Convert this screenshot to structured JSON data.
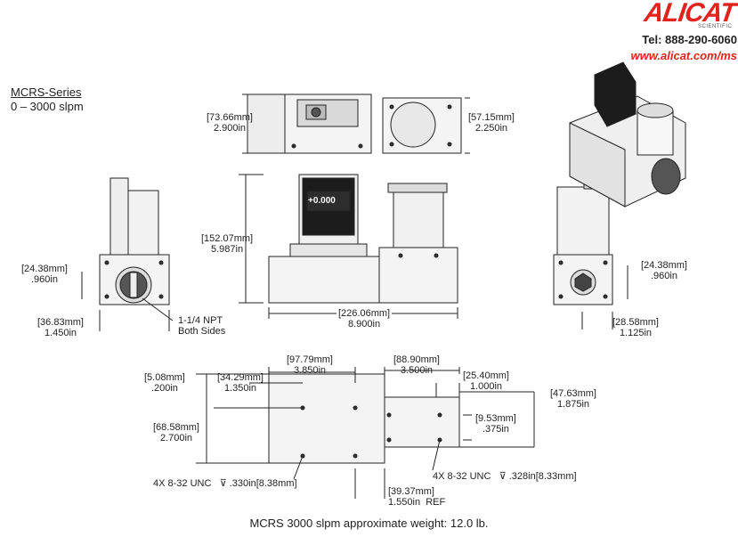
{
  "brand": {
    "name": "ALICAT",
    "sub": "SCIENTIFIC",
    "tel": "Tel: 888-290-6060",
    "url": "www.alicat.com/ms",
    "accent_color": "#e0231c"
  },
  "model": {
    "series": "MCRS-Series",
    "range": "0 – 3000 slpm"
  },
  "display": {
    "value": "+0.000"
  },
  "dims": {
    "top_left_h": {
      "mm": "[73.66mm]",
      "in": "2.900in"
    },
    "top_right_h": {
      "mm": "[57.15mm]",
      "in": "2.250in"
    },
    "front_h": {
      "mm": "[152.07mm]",
      "in": "5.987in"
    },
    "front_w": {
      "mm": "[226.06mm]",
      "in": "8.900in"
    },
    "left_port": {
      "mm": "[24.38mm]",
      "in": ".960in"
    },
    "left_depth": {
      "mm": "[36.83mm]",
      "in": "1.450in"
    },
    "right_port": {
      "mm": "[24.38mm]",
      "in": ".960in"
    },
    "right_depth": {
      "mm": "[28.58mm]",
      "in": "1.125in"
    },
    "b_97": {
      "mm": "[97.79mm]",
      "in": "3.850in"
    },
    "b_88": {
      "mm": "[88.90mm]",
      "in": "3.500in"
    },
    "b_5": {
      "mm": "[5.08mm]",
      "in": ".200in"
    },
    "b_34": {
      "mm": "[34.29mm]",
      "in": "1.350in"
    },
    "b_25": {
      "mm": "[25.40mm]",
      "in": "1.000in"
    },
    "b_47": {
      "mm": "[47.63mm]",
      "in": "1.875in"
    },
    "b_68": {
      "mm": "[68.58mm]",
      "in": "2.700in"
    },
    "b_9": {
      "mm": "[9.53mm]",
      "in": ".375in"
    },
    "b_39": {
      "mm": "[39.37mm]",
      "in": "1.550in",
      "ref": "REF"
    }
  },
  "notes": {
    "npt": "1-1/4 NPT",
    "npt2": "Both Sides",
    "thread_left": "4X 8-32 UNC",
    "depth_left": ".330in[8.38mm]",
    "thread_right": "4X 8-32 UNC",
    "depth_right": ".328in[8.33mm]"
  },
  "footer": "MCRS 3000 slpm approximate weight: 12.0 lb."
}
